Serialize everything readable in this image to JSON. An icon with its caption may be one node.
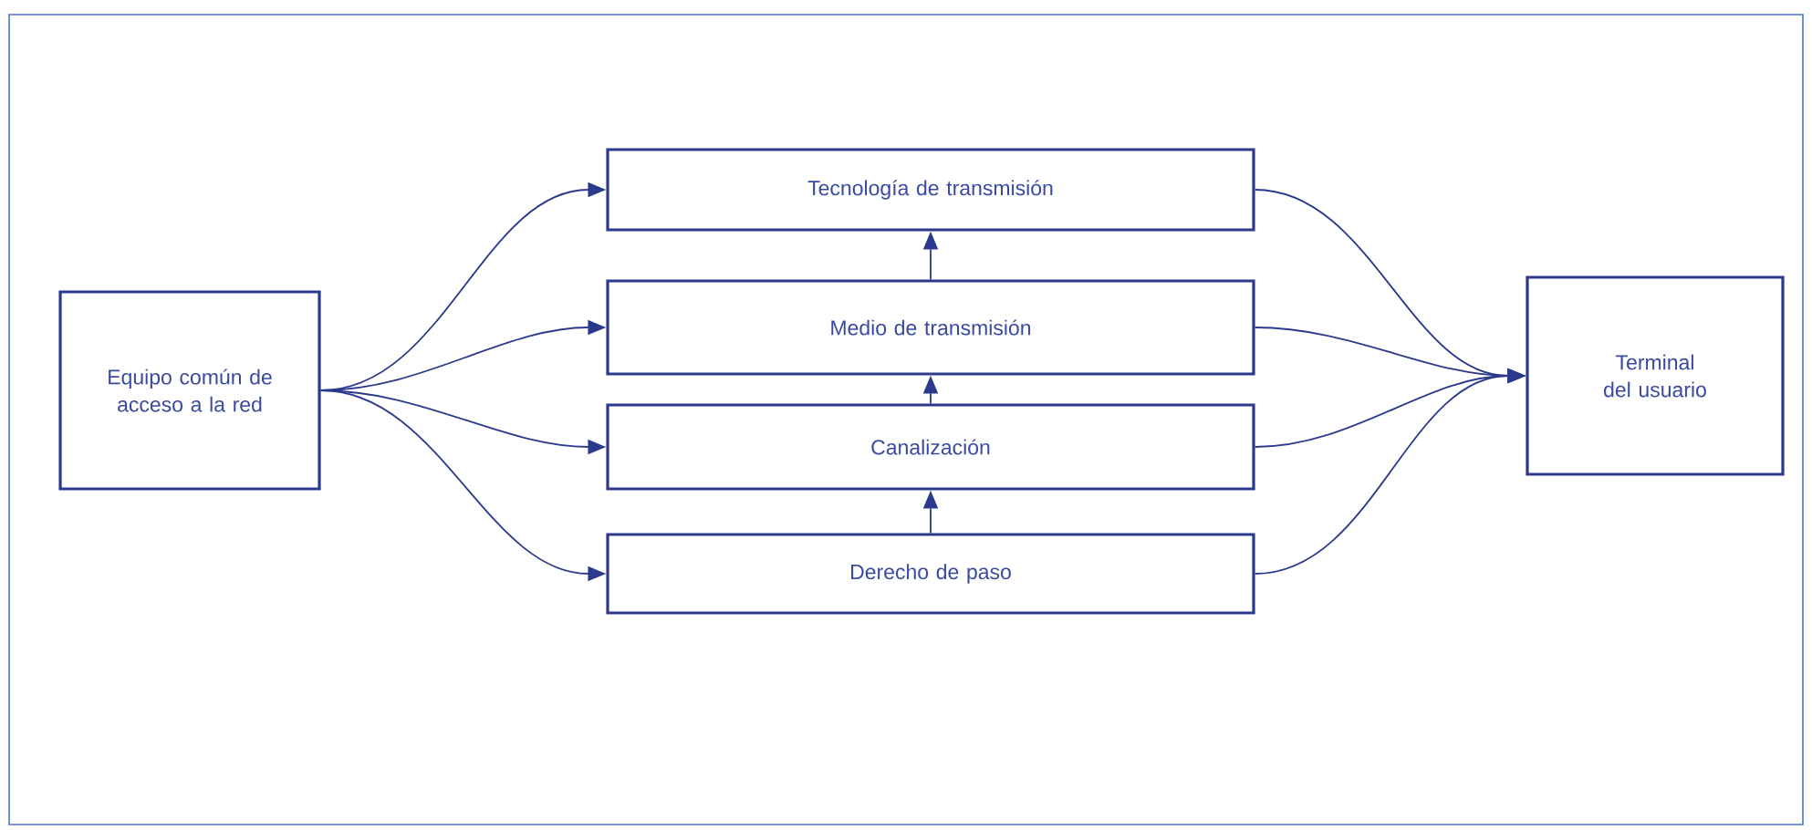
{
  "diagram": {
    "nodes": [
      {
        "text": [
          "Equipo común de acceso a la red"
        ]
      },
      {
        "text": [
          "Tecnología de transmisión"
        ]
      },
      {
        "text": [
          "Medio de transmisión"
        ]
      },
      {
        "text": [
          "Canalización"
        ]
      },
      {
        "text": [
          "Derecho de paso"
        ]
      },
      {
        "text": [
          "Terminal del usuario"
        ]
      }
    ],
    "edges": [
      {
        "from": 0,
        "to": 1,
        "arrow": "to"
      },
      {
        "from": 0,
        "to": 2,
        "arrow": "to"
      },
      {
        "from": 0,
        "to": 3,
        "arrow": "to"
      },
      {
        "from": 0,
        "to": 4,
        "arrow": "to"
      },
      {
        "from": 1,
        "to": 5,
        "arrow": "to"
      },
      {
        "from": 2,
        "to": 5,
        "arrow": "to"
      },
      {
        "from": 3,
        "to": 5,
        "arrow": "to"
      },
      {
        "from": 4,
        "to": 5,
        "arrow": "to"
      },
      {
        "from": 4,
        "to": 3,
        "arrow": "to"
      },
      {
        "from": 3,
        "to": 2,
        "arrow": "to"
      },
      {
        "from": 2,
        "to": 1,
        "arrow": "to"
      }
    ]
  }
}
